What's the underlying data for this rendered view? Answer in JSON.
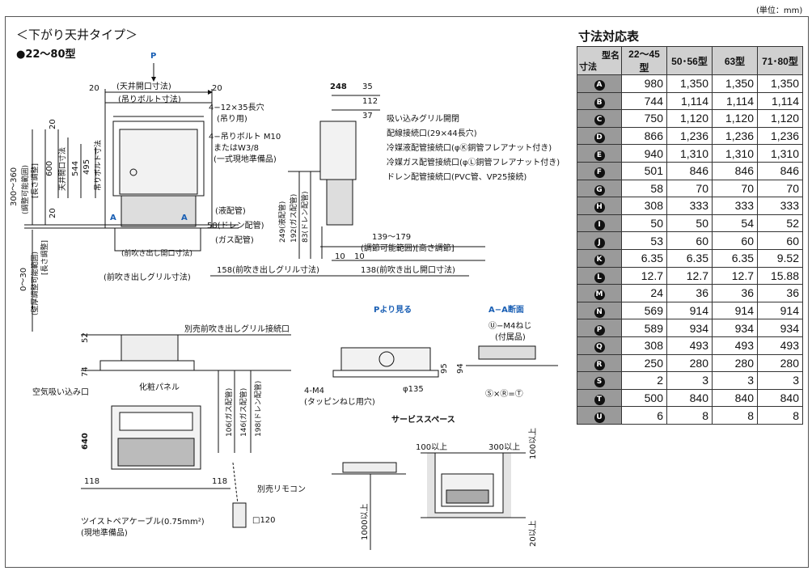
{
  "unit_note": "(単位：mm)",
  "title": "＜下がり天井タイプ＞",
  "subtitle": "●22～80型",
  "table": {
    "title": "寸法対応表",
    "corner_top": "型名",
    "corner_bottom": "寸法",
    "columns": [
      "22～45型",
      "50･56型",
      "63型",
      "71･80型"
    ],
    "rows": [
      {
        "key": "A",
        "values": [
          "980",
          "1,350",
          "1,350",
          "1,350"
        ]
      },
      {
        "key": "B",
        "values": [
          "744",
          "1,114",
          "1,114",
          "1,114"
        ]
      },
      {
        "key": "C",
        "values": [
          "750",
          "1,120",
          "1,120",
          "1,120"
        ]
      },
      {
        "key": "D",
        "values": [
          "866",
          "1,236",
          "1,236",
          "1,236"
        ]
      },
      {
        "key": "E",
        "values": [
          "940",
          "1,310",
          "1,310",
          "1,310"
        ]
      },
      {
        "key": "F",
        "values": [
          "501",
          "846",
          "846",
          "846"
        ]
      },
      {
        "key": "G",
        "values": [
          "58",
          "70",
          "70",
          "70"
        ]
      },
      {
        "key": "H",
        "values": [
          "308",
          "333",
          "333",
          "333"
        ]
      },
      {
        "key": "I",
        "values": [
          "50",
          "50",
          "54",
          "52"
        ]
      },
      {
        "key": "J",
        "values": [
          "53",
          "60",
          "60",
          "60"
        ]
      },
      {
        "key": "K",
        "values": [
          "6.35",
          "6.35",
          "6.35",
          "9.52"
        ]
      },
      {
        "key": "L",
        "values": [
          "12.7",
          "12.7",
          "12.7",
          "15.88"
        ]
      },
      {
        "key": "M",
        "values": [
          "24",
          "36",
          "36",
          "36"
        ]
      },
      {
        "key": "N",
        "values": [
          "569",
          "914",
          "914",
          "914"
        ]
      },
      {
        "key": "P",
        "values": [
          "589",
          "934",
          "934",
          "934"
        ]
      },
      {
        "key": "Q",
        "values": [
          "308",
          "493",
          "493",
          "493"
        ]
      },
      {
        "key": "R",
        "values": [
          "250",
          "280",
          "280",
          "280"
        ]
      },
      {
        "key": "S",
        "values": [
          "2",
          "3",
          "3",
          "3"
        ]
      },
      {
        "key": "T",
        "values": [
          "500",
          "840",
          "840",
          "840"
        ]
      },
      {
        "key": "U",
        "values": [
          "6",
          "8",
          "8",
          "8"
        ]
      }
    ]
  },
  "labels": {
    "p_arrow": "P",
    "e_ceiling": "(天井開口寸法)",
    "d_bolt": "(吊りボルト寸法)",
    "n20a": "20",
    "n20b": "20",
    "slot": "4−12×35長穴",
    "slot_sub": "(吊り用)",
    "bolt": "4−吊りボルト M10",
    "bolt2": "またはW3/8",
    "bolt3": "(一式現地準備品)",
    "adj_range": "300～360",
    "adj_range_sub": "(調整可能範囲)",
    "adj_range_sub2": "[長さ調整]",
    "d600": "600",
    "ceil_open": "天井開口寸法",
    "d544": "544",
    "d495": "495",
    "bolt_v": "吊りボルト寸法",
    "d20c": "20",
    "d20d": "20",
    "liquid": "(液配管)",
    "drain": "58(ドレン配管)",
    "gas": "(ガス配管)",
    "a_mark": "A",
    "a_mark2": "A",
    "p_grille": "(前吹き出しグリル寸法)",
    "n_open": "(前吹き出し開口寸法)",
    "wall_range": "0～30",
    "wall_sub": "(壁厚調整可能範囲)",
    "wall_sub2": "[長さ調整]",
    "d248": "248",
    "d35": "35",
    "d112": "112",
    "d37": "37",
    "suction": "吸い込みグリル開閉",
    "wiring": "配線接続口(29×44長穴)",
    "liq_conn": "冷媒液配管接続口(φⓀ銅管フレアナット付き)",
    "gas_conn": "冷媒ガス配管接続口(φⓁ銅管フレアナット付き)",
    "drain_conn": "ドレン配管接続口(PVC管、VP25接続)",
    "v249": "249(液配管)",
    "v192": "192(ガス配管)",
    "v83": "83(ドレン配管)",
    "adj139": "139～179",
    "adj139_sub": "(調節可能範囲)[高さ調節]",
    "d10a": "10",
    "d10b": "10",
    "grille158": "158(前吹き出しグリル寸法)",
    "open138": "138(前吹き出し開口寸法)",
    "sep_grille": "別売前吹き出しグリル接続口",
    "d52": "52",
    "d74": "74",
    "panel": "化粧パネル",
    "v106": "106(ガス配管)",
    "v146": "146(ガス配管)",
    "v198": "198(ドレン配管)",
    "air_in": "空気吸い込み口",
    "d640": "640",
    "d118a": "118",
    "d118b": "118",
    "twist": "ツイストペアケーブル(0.75mm²)",
    "twist_sub": "(現地準備品)",
    "remote": "別売リモコン",
    "remote_size": "□120",
    "p_view": "Pより見る",
    "aa_view": "A−A断面",
    "m4": "Ⓤ−M4ねじ",
    "m4_sub": "(付属品)",
    "d95": "95",
    "d94": "94",
    "m4_tap": "4-M4",
    "m4_tap_sub": "(タッピンねじ用穴)",
    "phi135": "φ135",
    "sxr": "Ⓢ×Ⓡ=Ⓣ",
    "service": "サービススペース",
    "s100": "100以上",
    "s300": "300以上",
    "s100v": "100以上",
    "s1000": "1000以上",
    "s20": "20以上"
  },
  "colors": {
    "accent": "#1a5fb4",
    "table_key_bg": "#9a9a9a",
    "table_head_bg": "#d0d0d0"
  }
}
